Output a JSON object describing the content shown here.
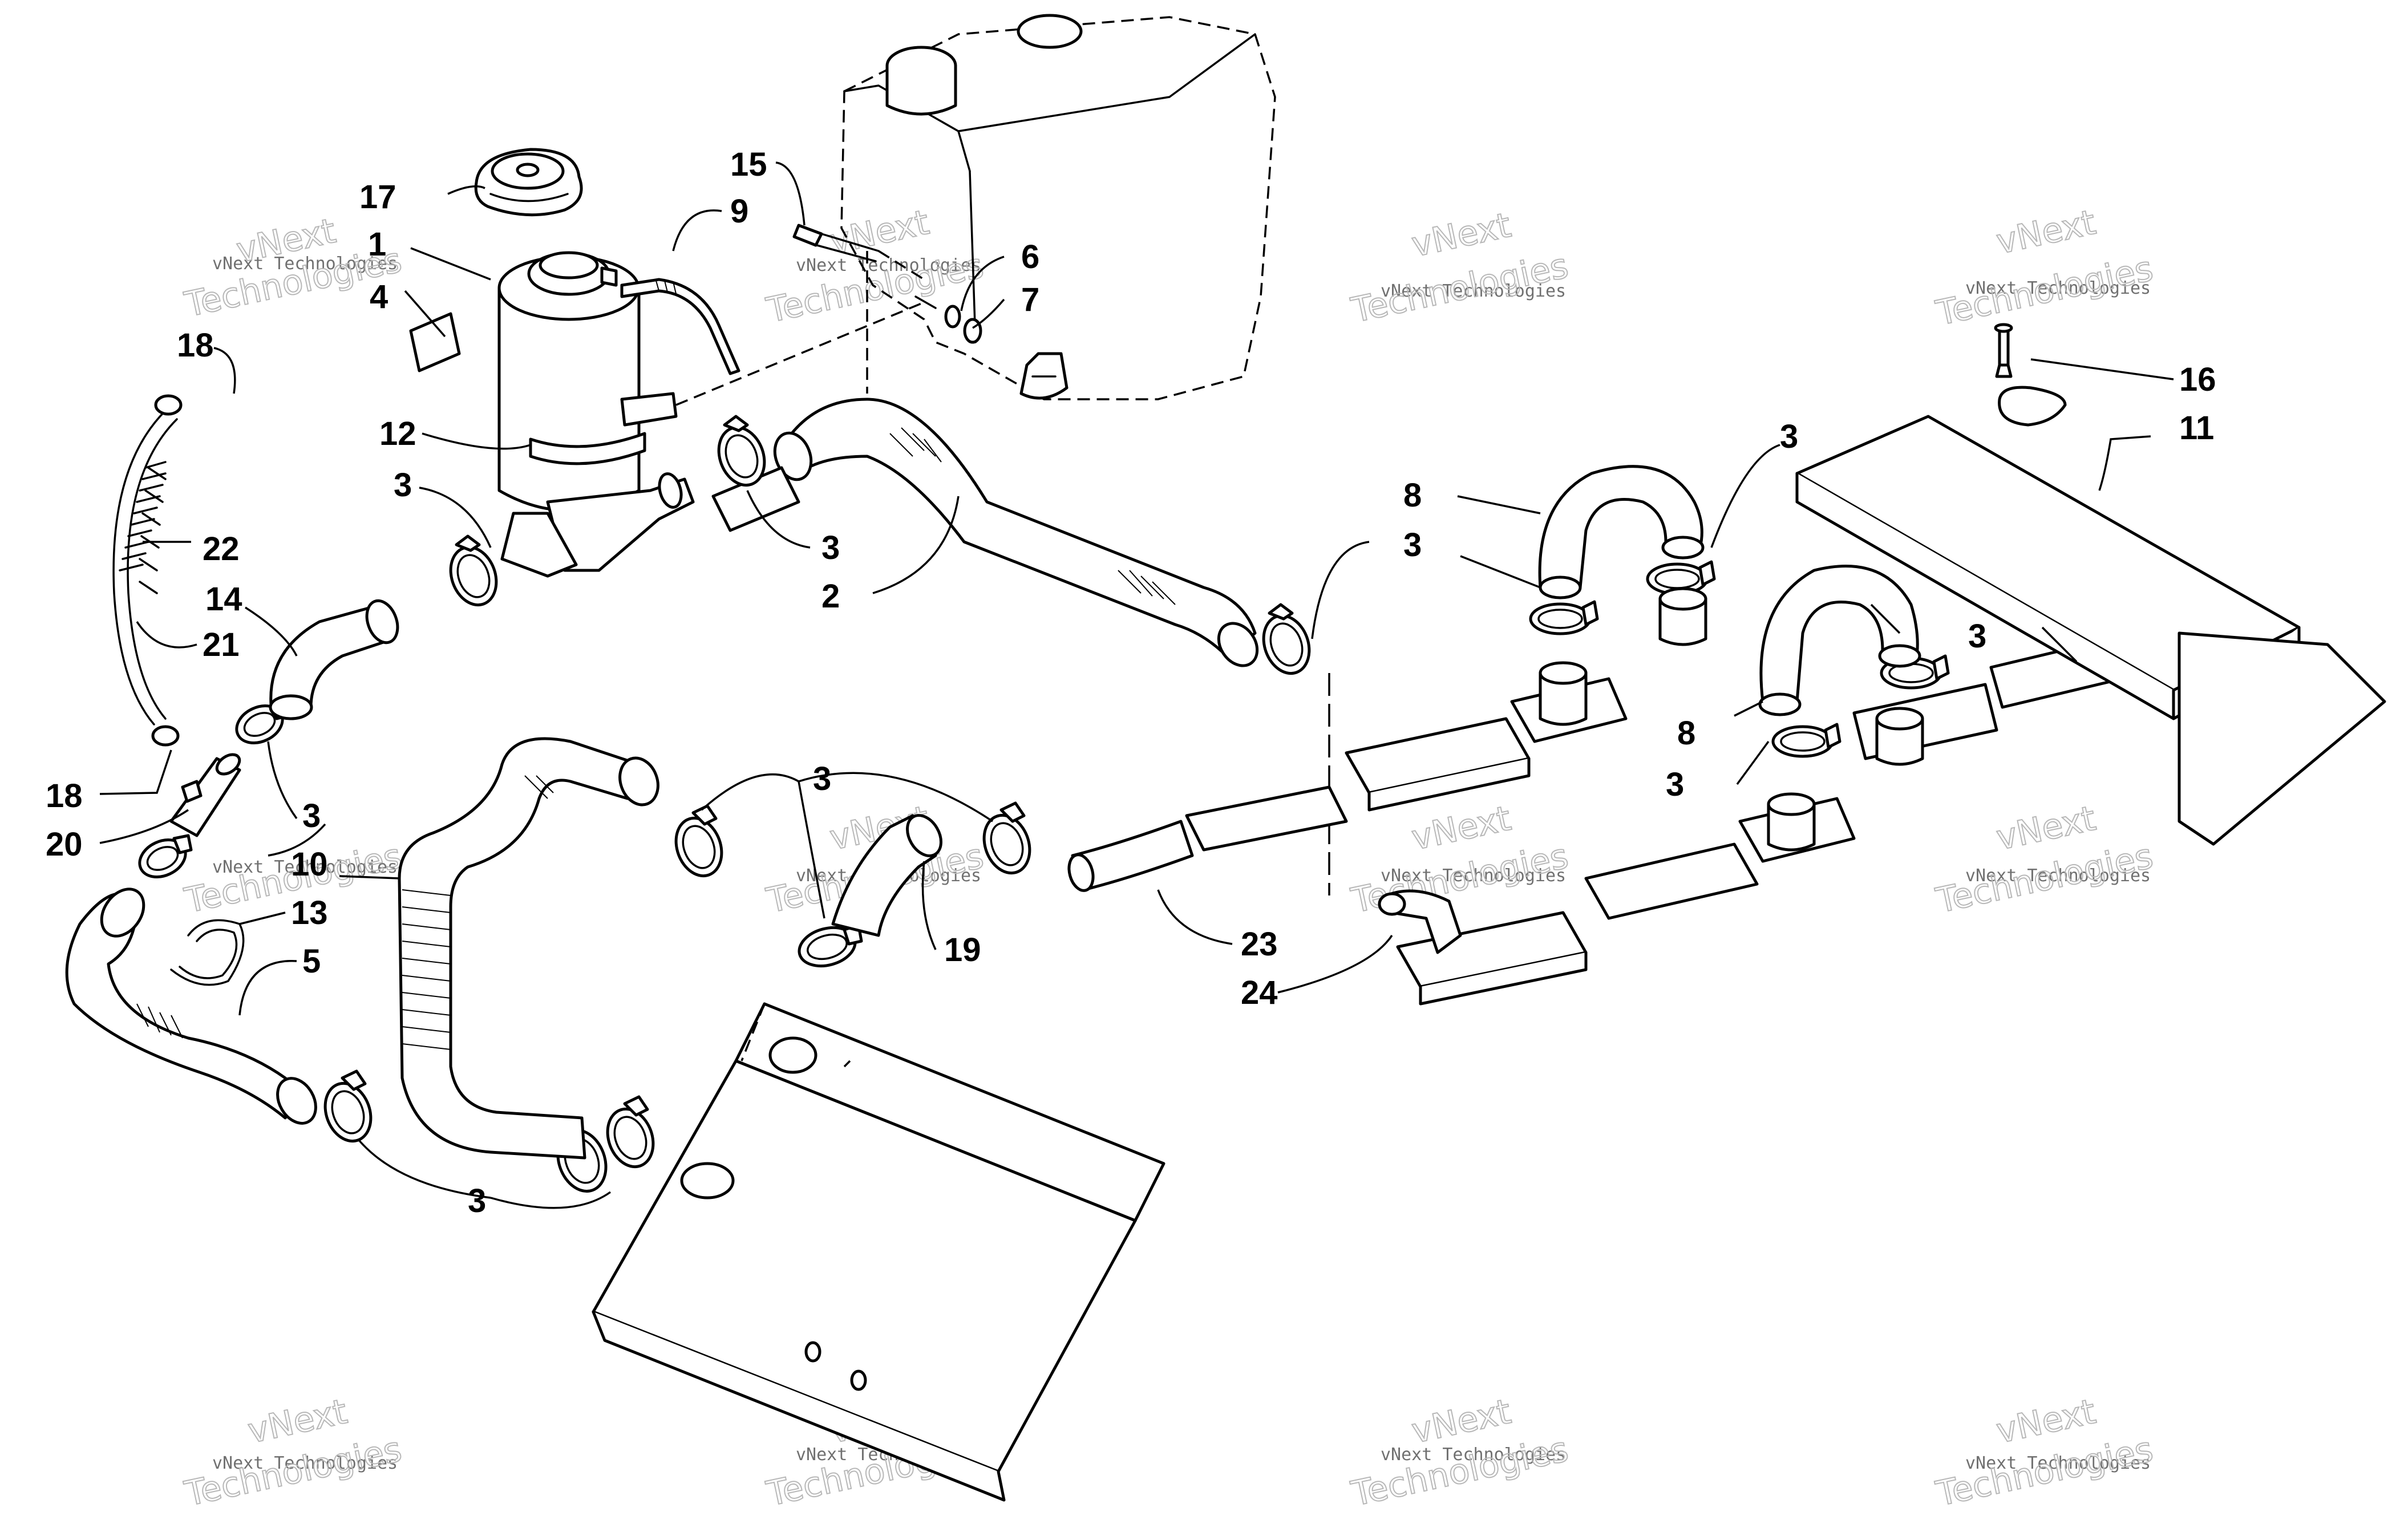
{
  "diagram": {
    "callouts": {
      "c1": "1",
      "c2": "2",
      "c3a": "3",
      "c3b": "3",
      "c3c": "3",
      "c3d": "3",
      "c3e": "3",
      "c3f": "3",
      "c3g": "3",
      "c3h": "3",
      "c3i": "3",
      "c4": "4",
      "c5": "5",
      "c6": "6",
      "c7": "7",
      "c8a": "8",
      "c8b": "8",
      "c9": "9",
      "c10": "10",
      "c11": "11",
      "c12": "12",
      "c13": "13",
      "c14": "14",
      "c15": "15",
      "c16": "16",
      "c17": "17",
      "c18a": "18",
      "c18b": "18",
      "c19": "19",
      "c20": "20",
      "c21": "21",
      "c22": "22",
      "c23": "23",
      "c24": "24"
    },
    "watermark": {
      "brand": "vNext Technologies",
      "big_line1": "vNext",
      "big_line2": "Technologies"
    }
  }
}
